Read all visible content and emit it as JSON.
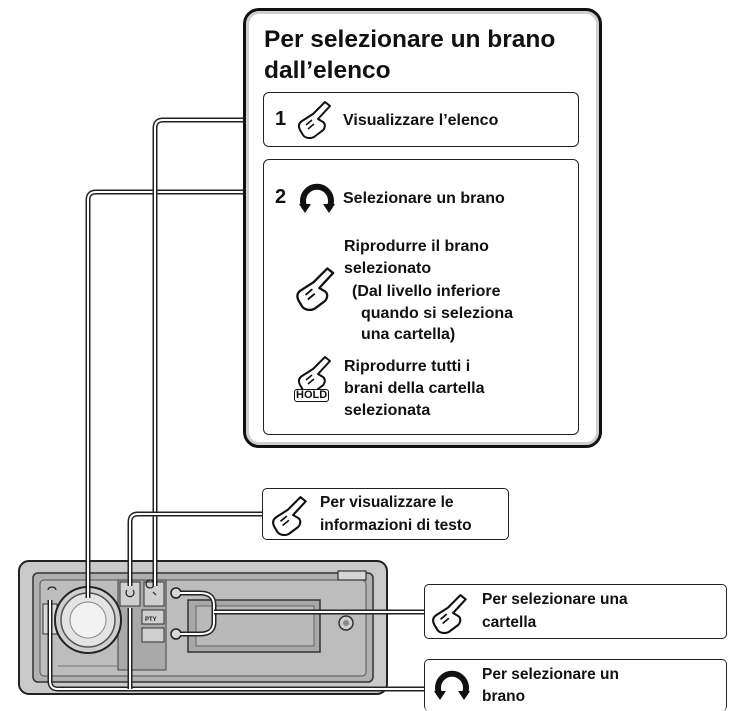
{
  "panel": {
    "title": "Per selezionare un brano dall’elenco",
    "step1": {
      "number": "1",
      "text": "Visualizzare l’elenco",
      "icon": "press-finger-icon"
    },
    "step2": {
      "number": "2",
      "text": "Selezionare un brano",
      "icon": "rotate-knob-icon",
      "sub1": {
        "line1": "Riprodurre il brano",
        "line2": "selezionato",
        "line3": "(Dal livello inferiore",
        "line4": "quando si seleziona",
        "line5": "una cartella)",
        "icon": "press-finger-icon"
      },
      "sub2": {
        "line1": "Riprodurre tutti i",
        "line2": "brani della cartella",
        "line3": "selezionata",
        "icon": "hold-finger-icon",
        "hold_label": "HOLD"
      }
    }
  },
  "callouts": {
    "text_info": {
      "line1": "Per visualizzare le",
      "line2": "informazioni di testo",
      "icon": "press-finger-icon"
    },
    "folder": {
      "line1": "Per selezionare una",
      "line2": "cartella",
      "icon": "press-finger-icon"
    },
    "track": {
      "line1": "Per selezionare un",
      "line2": "brano",
      "icon": "rotate-knob-icon"
    }
  },
  "device": {
    "pty_label": "PTY"
  }
}
